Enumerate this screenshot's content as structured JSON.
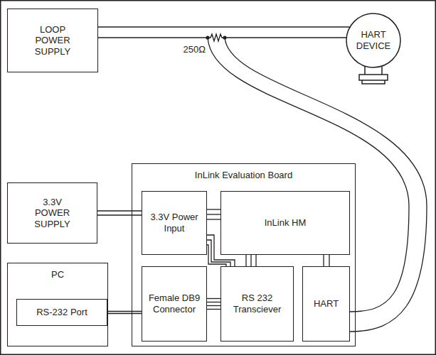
{
  "diagram": {
    "nodes": [
      {
        "text": [
          "LOOP POWER SUPPLY"
        ]
      },
      {
        "text": [
          "HART DEVICE"
        ]
      },
      {
        "text": [
          "InLink Evaluation Board"
        ]
      },
      {
        "text": [
          "3.3V POWER SUPPLY"
        ]
      },
      {
        "text": [
          "3.3V Power Input"
        ],
        "in": 2
      },
      {
        "text": [
          "InLink HM"
        ],
        "in": 2
      },
      {
        "text": [
          "PC"
        ]
      },
      {
        "text": [
          "RS-232 Port"
        ],
        "in": 6
      },
      {
        "text": [
          "Female DB9 Connector"
        ],
        "in": 2
      },
      {
        "text": [
          "RS 232 Transciever"
        ],
        "in": 2
      },
      {
        "text": [
          "HART"
        ],
        "in": 2
      }
    ],
    "edges": [
      {
        "from": 0,
        "to": 1,
        "arrow": "none"
      },
      {
        "from": 0,
        "to": 1,
        "arrow": "none"
      },
      {
        "from": 3,
        "to": 4,
        "arrow": "none"
      },
      {
        "from": 4,
        "to": 5,
        "arrow": "none"
      },
      {
        "from": 4,
        "to": 9,
        "arrow": "none"
      },
      {
        "from": 8,
        "to": 9,
        "arrow": "none"
      },
      {
        "from": 9,
        "to": 5,
        "arrow": "none"
      },
      {
        "from": 10,
        "to": 5,
        "arrow": "none"
      },
      {
        "from": 7,
        "to": 8,
        "arrow": "none"
      }
    ],
    "labels": [
      "250Ω"
    ]
  }
}
